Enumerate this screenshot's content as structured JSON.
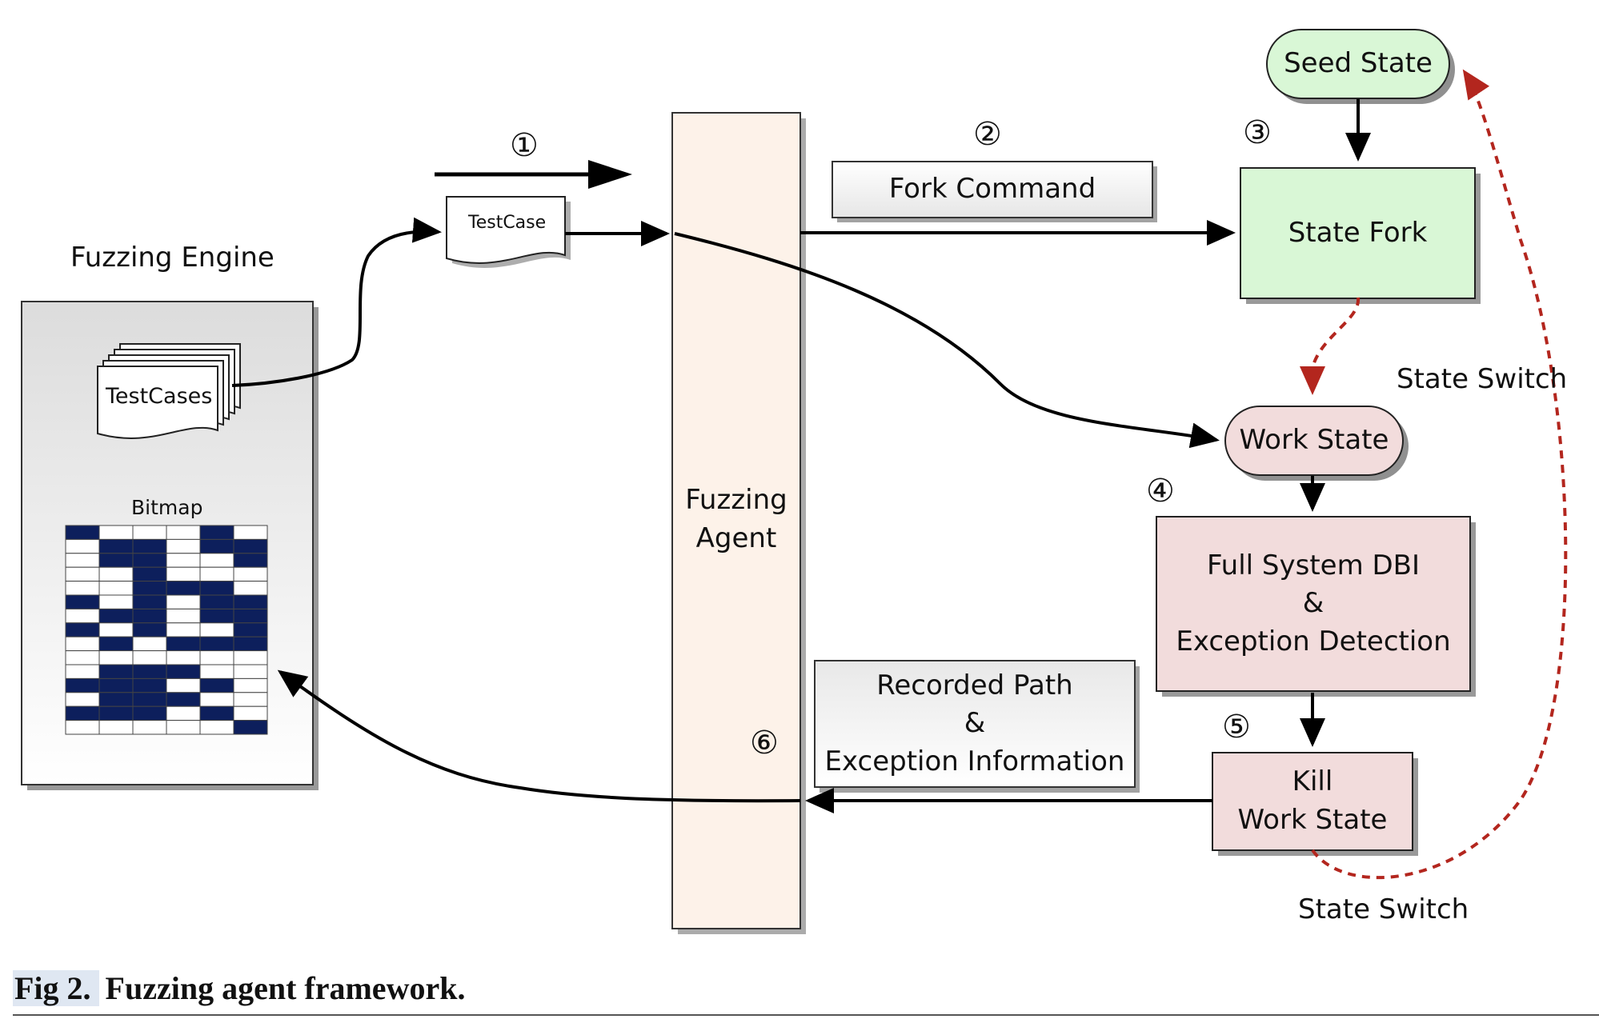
{
  "nodes": {
    "fuzzing_engine_label": "Fuzzing Engine",
    "testcases": "TestCases",
    "bitmap_label": "Bitmap",
    "testcase": "TestCase",
    "fuzzing_agent_line1": "Fuzzing",
    "fuzzing_agent_line2": "Agent",
    "fork_command": "Fork Command",
    "seed_state": "Seed State",
    "state_fork": "State Fork",
    "work_state": "Work State",
    "dbi_line1": "Full System DBI",
    "dbi_line2": "&",
    "dbi_line3": "Exception Detection",
    "kill_line1": "Kill",
    "kill_line2": "Work State",
    "recorded_line1": "Recorded Path",
    "recorded_line2": "&",
    "recorded_line3": "Exception Information",
    "state_switch_top": "State Switch",
    "state_switch_bottom": "State Switch"
  },
  "steps": {
    "s1": "①",
    "s2": "②",
    "s3": "③",
    "s4": "④",
    "s5": "⑤",
    "s6": "⑥"
  },
  "bitmap": {
    "rows": [
      [
        1,
        0,
        0,
        0,
        1,
        0
      ],
      [
        0,
        1,
        1,
        0,
        1,
        1
      ],
      [
        0,
        1,
        1,
        0,
        0,
        1
      ],
      [
        0,
        0,
        1,
        0,
        0,
        0
      ],
      [
        0,
        0,
        1,
        1,
        1,
        0
      ],
      [
        1,
        0,
        1,
        0,
        1,
        1
      ],
      [
        0,
        1,
        1,
        0,
        1,
        1
      ],
      [
        1,
        0,
        1,
        0,
        0,
        1
      ],
      [
        0,
        1,
        0,
        1,
        1,
        1
      ],
      [
        0,
        0,
        0,
        0,
        0,
        0
      ],
      [
        0,
        1,
        1,
        1,
        0,
        0
      ],
      [
        1,
        1,
        1,
        0,
        1,
        0
      ],
      [
        0,
        1,
        1,
        1,
        0,
        0
      ],
      [
        1,
        1,
        1,
        0,
        1,
        0
      ],
      [
        0,
        0,
        0,
        0,
        0,
        1
      ]
    ],
    "filled_color": "#0d1f5c",
    "empty_color": "#ffffff"
  },
  "colors": {
    "green_fill": "#d9f7d6",
    "pink_fill": "#f2dcdc",
    "agent_fill": "#fdf2e9",
    "gray_fill": "#efefef",
    "dashed_red": "#b3261e"
  },
  "caption": {
    "fig": "Fig 2.",
    "title": "Fuzzing agent framework."
  }
}
